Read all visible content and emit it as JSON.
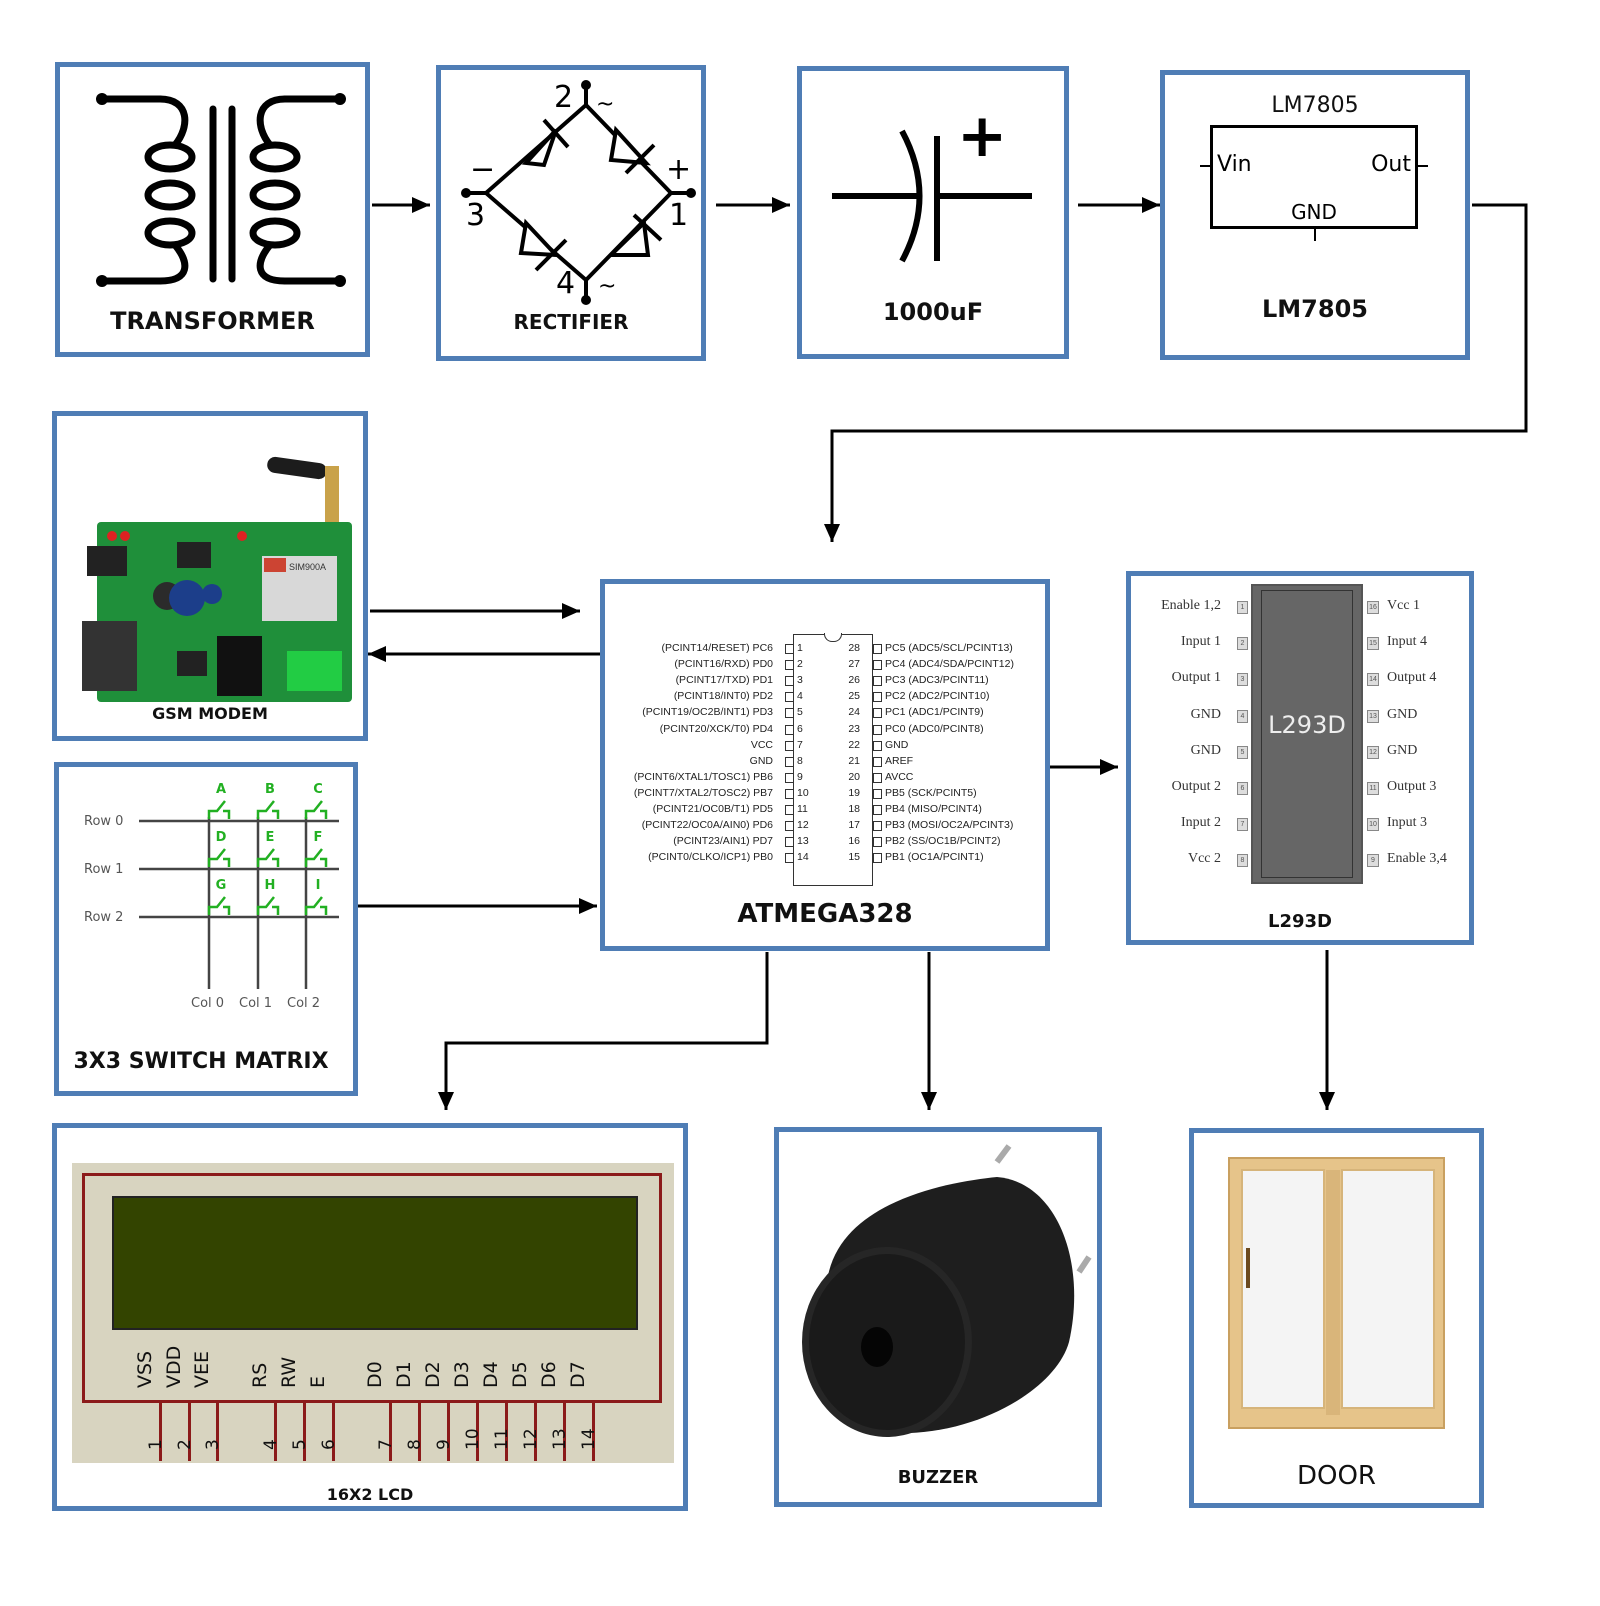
{
  "diagram": {
    "title": "GSM based door control system block diagram",
    "colors": {
      "box_border": "#4f7db5",
      "wire": "#000000",
      "switch_green": "#22b022",
      "lcd_screen": "#334400",
      "lcd_body": "#d8d4c0",
      "lcd_outline": "#8b1a1a",
      "ic_body": "#666666"
    },
    "blocks": {
      "transformer": {
        "label": "TRANSFORMER"
      },
      "rectifier": {
        "label": "RECTIFIER",
        "pins": {
          "p1": "1",
          "p2": "2",
          "p3": "3",
          "p4": "4",
          "plus": "+",
          "minus": "−",
          "ac_top": "~",
          "ac_bottom": "~"
        }
      },
      "capacitor": {
        "label": "1000uF",
        "polarity": "+"
      },
      "regulator": {
        "label": "LM7805",
        "chip_title": "LM7805",
        "pin_in": "Vin",
        "pin_out": "Out",
        "pin_gnd": "GND"
      },
      "gsm": {
        "label": "GSM MODEM",
        "module_text": "SIM900A"
      },
      "keypad": {
        "label": "3X3 SWITCH MATRIX",
        "rows": [
          "Row 0",
          "Row 1",
          "Row 2"
        ],
        "cols": [
          "Col 0",
          "Col 1",
          "Col 2"
        ],
        "keys": [
          "A",
          "B",
          "C",
          "D",
          "E",
          "F",
          "G",
          "H",
          "I"
        ]
      },
      "mcu": {
        "label": "ATMEGA328",
        "left_pins": [
          {
            "name": "(PCINT14/RESET) PC6",
            "num": "1"
          },
          {
            "name": "(PCINT16/RXD) PD0",
            "num": "2"
          },
          {
            "name": "(PCINT17/TXD) PD1",
            "num": "3"
          },
          {
            "name": "(PCINT18/INT0) PD2",
            "num": "4"
          },
          {
            "name": "(PCINT19/OC2B/INT1) PD3",
            "num": "5"
          },
          {
            "name": "(PCINT20/XCK/T0) PD4",
            "num": "6"
          },
          {
            "name": "VCC",
            "num": "7"
          },
          {
            "name": "GND",
            "num": "8"
          },
          {
            "name": "(PCINT6/XTAL1/TOSC1) PB6",
            "num": "9"
          },
          {
            "name": "(PCINT7/XTAL2/TOSC2) PB7",
            "num": "10"
          },
          {
            "name": "(PCINT21/OC0B/T1) PD5",
            "num": "11"
          },
          {
            "name": "(PCINT22/OC0A/AIN0) PD6",
            "num": "12"
          },
          {
            "name": "(PCINT23/AIN1) PD7",
            "num": "13"
          },
          {
            "name": "(PCINT0/CLKO/ICP1) PB0",
            "num": "14"
          }
        ],
        "right_pins": [
          {
            "name": "PC5 (ADC5/SCL/PCINT13)",
            "num": "28"
          },
          {
            "name": "PC4 (ADC4/SDA/PCINT12)",
            "num": "27"
          },
          {
            "name": "PC3 (ADC3/PCINT11)",
            "num": "26"
          },
          {
            "name": "PC2 (ADC2/PCINT10)",
            "num": "25"
          },
          {
            "name": "PC1 (ADC1/PCINT9)",
            "num": "24"
          },
          {
            "name": "PC0 (ADC0/PCINT8)",
            "num": "23"
          },
          {
            "name": "GND",
            "num": "22"
          },
          {
            "name": "AREF",
            "num": "21"
          },
          {
            "name": "AVCC",
            "num": "20"
          },
          {
            "name": "PB5 (SCK/PCINT5)",
            "num": "19"
          },
          {
            "name": "PB4 (MISO/PCINT4)",
            "num": "18"
          },
          {
            "name": "PB3 (MOSI/OC2A/PCINT3)",
            "num": "17"
          },
          {
            "name": "PB2 (SS/OC1B/PCINT2)",
            "num": "16"
          },
          {
            "name": "PB1 (OC1A/PCINT1)",
            "num": "15"
          }
        ]
      },
      "driver": {
        "label": "L293D",
        "chip_text": "L293D",
        "left_pins": [
          {
            "name": "Enable 1,2",
            "num": "1"
          },
          {
            "name": "Input 1",
            "num": "2"
          },
          {
            "name": "Output 1",
            "num": "3"
          },
          {
            "name": "GND",
            "num": "4"
          },
          {
            "name": "GND",
            "num": "5"
          },
          {
            "name": "Output 2",
            "num": "6"
          },
          {
            "name": "Input 2",
            "num": "7"
          },
          {
            "name": "Vcc 2",
            "num": "8"
          }
        ],
        "right_pins": [
          {
            "name": "Vcc 1",
            "num": "16"
          },
          {
            "name": "Input 4",
            "num": "15"
          },
          {
            "name": "Output 4",
            "num": "14"
          },
          {
            "name": "GND",
            "num": "13"
          },
          {
            "name": "GND",
            "num": "12"
          },
          {
            "name": "Output 3",
            "num": "11"
          },
          {
            "name": "Input 3",
            "num": "10"
          },
          {
            "name": "Enable 3,4",
            "num": "9"
          }
        ]
      },
      "lcd": {
        "label": "16X2 LCD",
        "pins": [
          {
            "name": "VSS",
            "num": "1"
          },
          {
            "name": "VDD",
            "num": "2"
          },
          {
            "name": "VEE",
            "num": "3"
          },
          {
            "name": "RS",
            "num": "4"
          },
          {
            "name": "RW",
            "num": "5"
          },
          {
            "name": "E",
            "num": "6"
          },
          {
            "name": "D0",
            "num": "7"
          },
          {
            "name": "D1",
            "num": "8"
          },
          {
            "name": "D2",
            "num": "9"
          },
          {
            "name": "D3",
            "num": "10"
          },
          {
            "name": "D4",
            "num": "11"
          },
          {
            "name": "D5",
            "num": "12"
          },
          {
            "name": "D6",
            "num": "13"
          },
          {
            "name": "D7",
            "num": "14"
          }
        ]
      },
      "buzzer": {
        "label": "BUZZER"
      },
      "door": {
        "label": "DOOR"
      }
    },
    "connections": [
      {
        "from": "transformer",
        "to": "rectifier"
      },
      {
        "from": "rectifier",
        "to": "capacitor"
      },
      {
        "from": "capacitor",
        "to": "regulator"
      },
      {
        "from": "regulator",
        "to": "mcu"
      },
      {
        "from": "gsm",
        "to": "mcu"
      },
      {
        "from": "mcu",
        "to": "gsm"
      },
      {
        "from": "keypad",
        "to": "mcu"
      },
      {
        "from": "mcu",
        "to": "driver"
      },
      {
        "from": "mcu",
        "to": "lcd"
      },
      {
        "from": "mcu",
        "to": "buzzer"
      },
      {
        "from": "driver",
        "to": "door"
      }
    ]
  }
}
